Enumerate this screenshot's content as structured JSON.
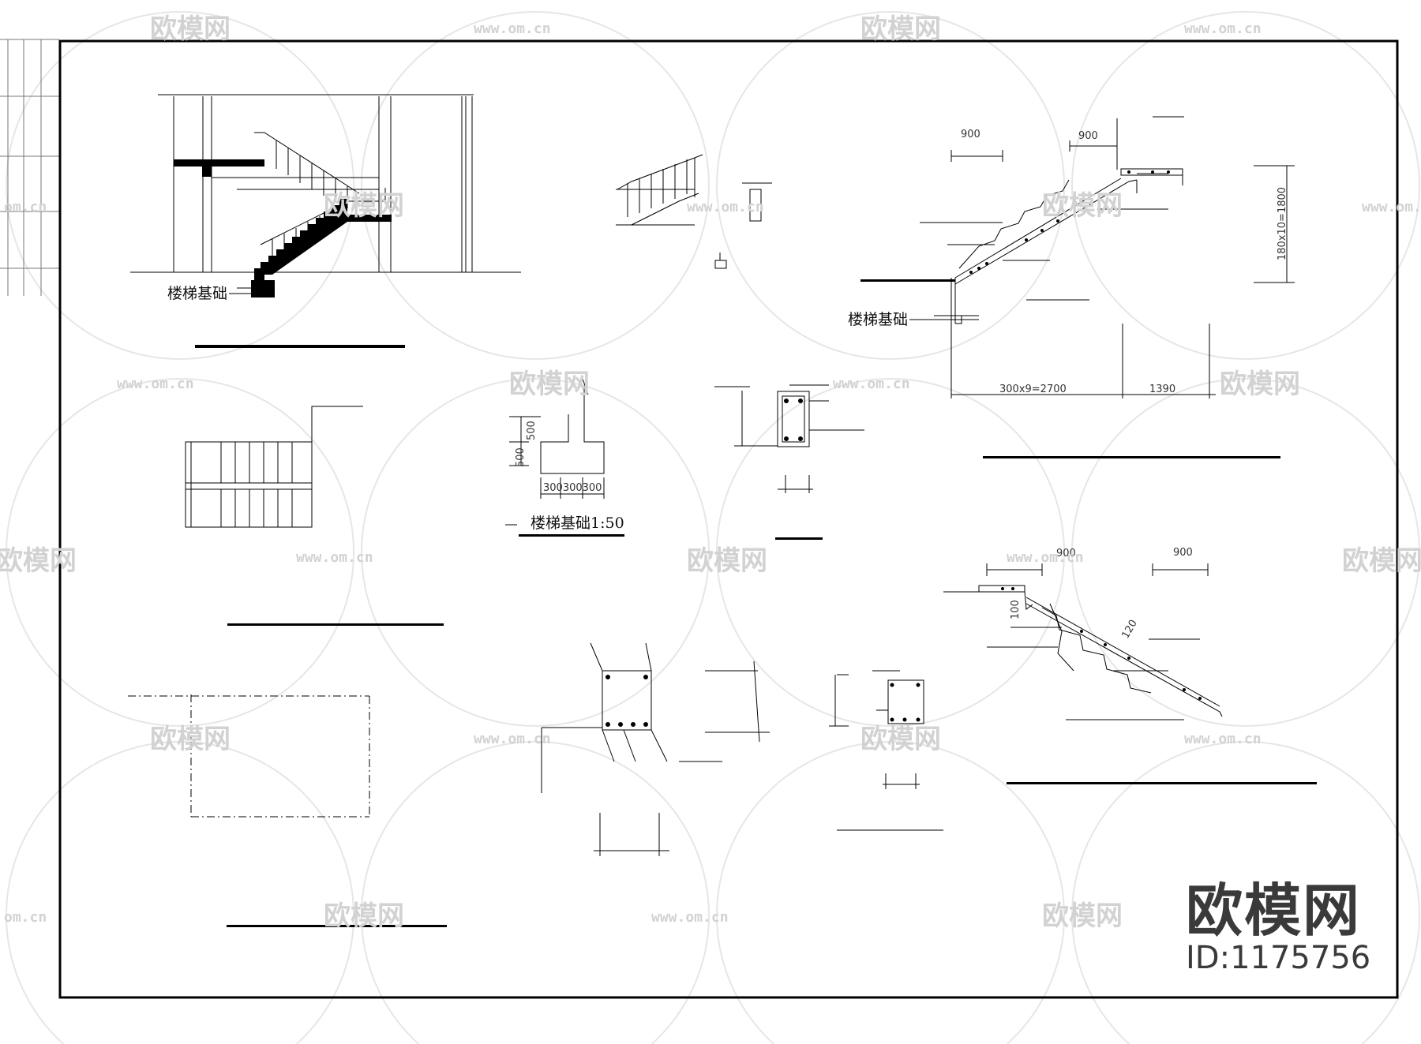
{
  "labels": {
    "foundation_1": "楼梯基础",
    "foundation_2": "楼梯基础",
    "foundation_detail_caption": "楼梯基础1:50"
  },
  "dimensions": {
    "d900_a": "900",
    "d900_b": "900",
    "rise": "180x10=1800",
    "run": "300x9=2700",
    "d1390": "1390",
    "d500_a": "500",
    "d500_b": "500",
    "d300x3": "300300300",
    "d900_c": "900",
    "d900_d": "900",
    "d100": "100",
    "d120": "120"
  },
  "watermark": {
    "brand": "欧模网",
    "url": "www.om.cn",
    "url_fragment": "om.cn"
  },
  "corner_logo": {
    "brand": "欧模网",
    "id": "ID:1175756"
  }
}
